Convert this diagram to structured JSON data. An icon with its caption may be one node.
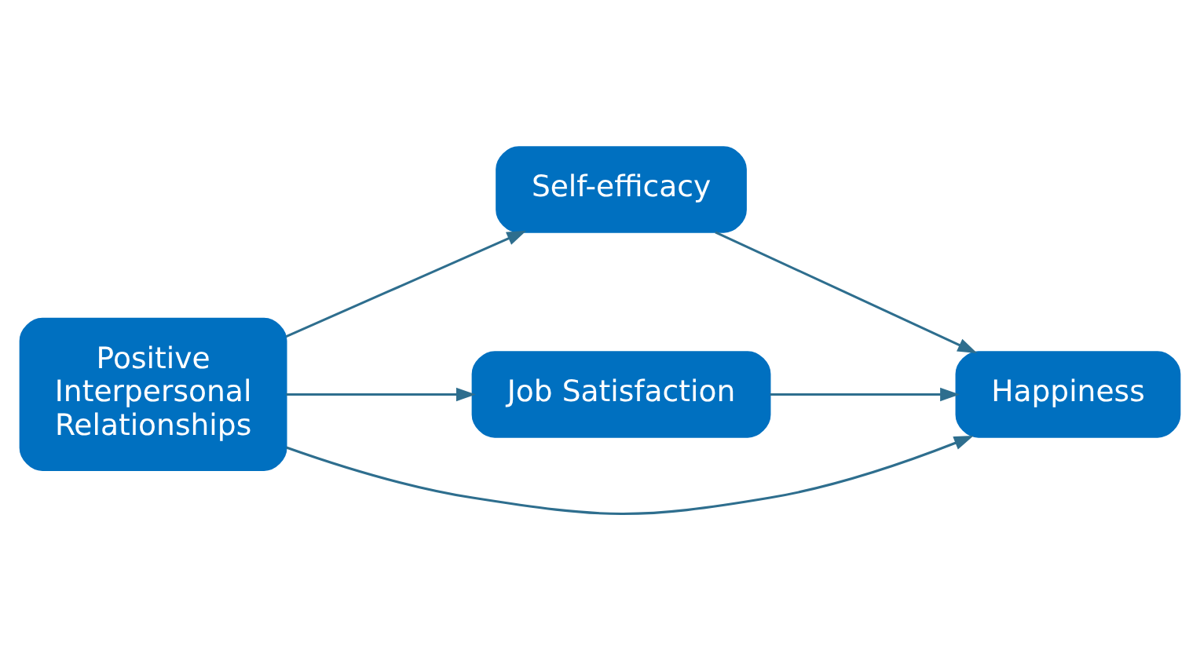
{
  "diagram": {
    "nodes": [
      {
        "text": [
          "Positive Interpersonal Relationships"
        ]
      },
      {
        "text": [
          "Self-efficacy"
        ]
      },
      {
        "text": [
          "Job Satisfaction"
        ]
      },
      {
        "text": [
          "Happiness"
        ]
      }
    ],
    "edges": [
      {
        "from": 0,
        "to": 1,
        "arrow": "to"
      },
      {
        "from": 0,
        "to": 3,
        "arrow": "to"
      },
      {
        "from": 0,
        "to": 2,
        "arrow": "to"
      },
      {
        "from": 1,
        "to": 3,
        "arrow": "to"
      },
      {
        "from": 2,
        "to": 3,
        "arrow": "to"
      }
    ]
  }
}
